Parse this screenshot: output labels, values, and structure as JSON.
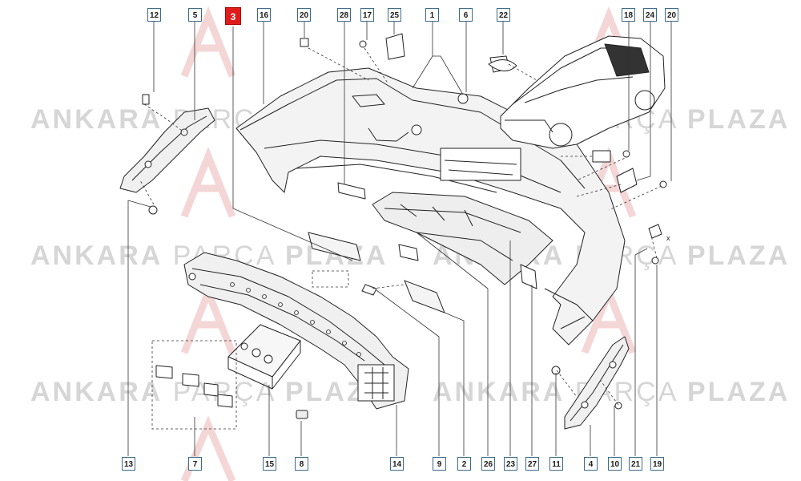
{
  "watermark": {
    "brand": "ANKARA",
    "middle": "PARÇA",
    "tail": "PLAZA"
  },
  "callouts": [
    {
      "id": "c12",
      "label": "12"
    },
    {
      "id": "c5",
      "label": "5"
    },
    {
      "id": "c3",
      "label": "3",
      "highlighted": true
    },
    {
      "id": "c16",
      "label": "16"
    },
    {
      "id": "c20a",
      "label": "20"
    },
    {
      "id": "c28",
      "label": "28"
    },
    {
      "id": "c17",
      "label": "17"
    },
    {
      "id": "c25",
      "label": "25"
    },
    {
      "id": "c1",
      "label": "1"
    },
    {
      "id": "c6",
      "label": "6"
    },
    {
      "id": "c22",
      "label": "22"
    },
    {
      "id": "c18",
      "label": "18"
    },
    {
      "id": "c24",
      "label": "24"
    },
    {
      "id": "c20b",
      "label": "20"
    },
    {
      "id": "c13",
      "label": "13"
    },
    {
      "id": "c7",
      "label": "7"
    },
    {
      "id": "c15",
      "label": "15"
    },
    {
      "id": "c8",
      "label": "8"
    },
    {
      "id": "c14",
      "label": "14"
    },
    {
      "id": "c9",
      "label": "9"
    },
    {
      "id": "c2",
      "label": "2"
    },
    {
      "id": "c26",
      "label": "26"
    },
    {
      "id": "c23",
      "label": "23"
    },
    {
      "id": "c27",
      "label": "27"
    },
    {
      "id": "c11",
      "label": "11"
    },
    {
      "id": "c4",
      "label": "4"
    },
    {
      "id": "c10",
      "label": "10"
    },
    {
      "id": "c21",
      "label": "21"
    },
    {
      "id": "c19",
      "label": "19"
    }
  ],
  "small_text": {
    "x_mark": "x"
  },
  "colors": {
    "accent": "#e11b1b",
    "box_border": "#3a6b8c",
    "line": "#222222",
    "watermark": "#d6d6d6"
  }
}
